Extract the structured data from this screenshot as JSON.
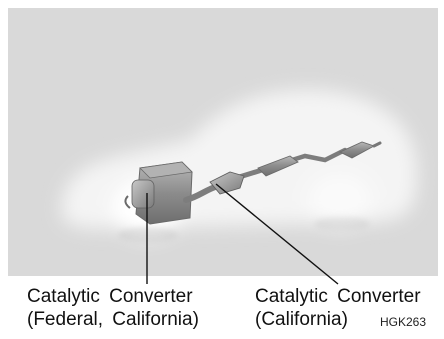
{
  "callouts": {
    "federal_california": {
      "line1": "Catalytic Converter",
      "line2": "(Federal, California)"
    },
    "california": {
      "line1": "Catalytic Converter",
      "line2": "(California)"
    }
  },
  "figure_code": "HGK263",
  "colors": {
    "panel": "#d9d9d9",
    "car_glow": "#f7f7f7",
    "parts": "#8a8a8a",
    "leader_line": "#111111"
  }
}
